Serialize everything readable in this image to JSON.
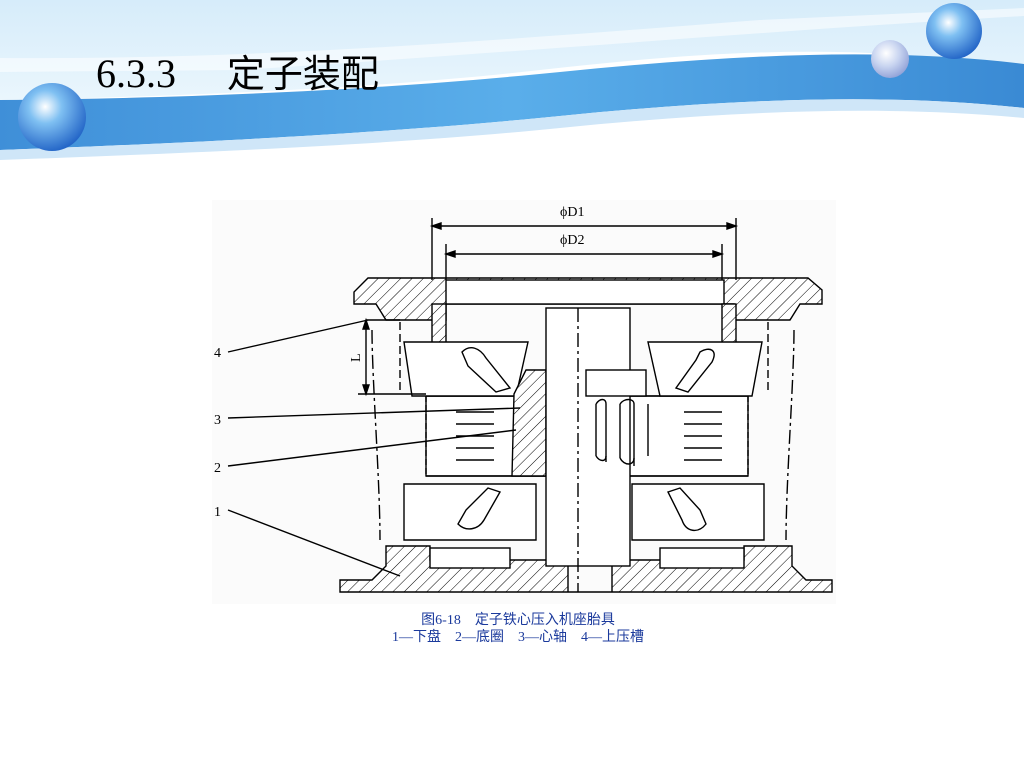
{
  "slide": {
    "title_number": "6.3.3",
    "title_text": "定子装配"
  },
  "figure": {
    "dim_outer": "ϕD1",
    "dim_inner": "ϕD2",
    "dim_height": "L",
    "callouts": [
      "4",
      "3",
      "2",
      "1"
    ],
    "caption_line1": "图6-18　定子铁心压入机座胎具",
    "caption_line2": "1—下盘　2—底圈　3—心轴　4—上压槽"
  },
  "colors": {
    "header_blue": "#4f9fe0",
    "caption_color": "#1b3a9c"
  }
}
